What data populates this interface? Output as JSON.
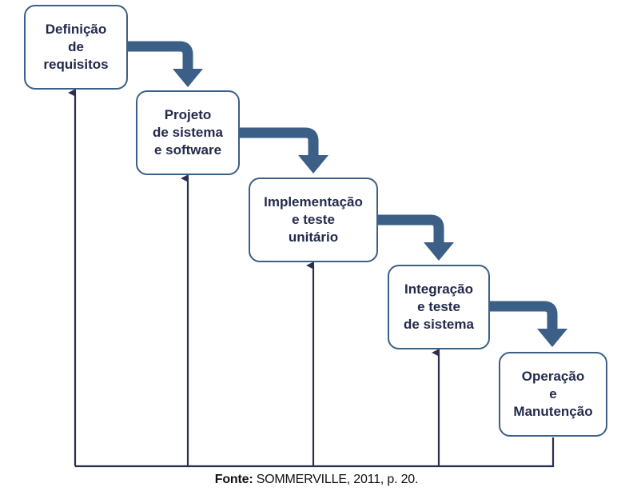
{
  "stages": [
    {
      "lines": [
        "Definição",
        "de",
        "requisitos"
      ]
    },
    {
      "lines": [
        "Projeto",
        "de sistema",
        "e software"
      ]
    },
    {
      "lines": [
        "Implementação",
        "e teste",
        "unitário"
      ]
    },
    {
      "lines": [
        "Integração",
        "e teste",
        "de sistema"
      ]
    },
    {
      "lines": [
        "Operação",
        "e",
        "Manutenção"
      ]
    }
  ],
  "source": {
    "label": "Fonte:",
    "text": " SOMMERVILLE, 2011, p. 20."
  },
  "colors": {
    "box_border": "#3b5f86",
    "flow_arrow": "#3b5f86",
    "feedback_line": "#2b2f4d",
    "text": "#232a4a"
  }
}
